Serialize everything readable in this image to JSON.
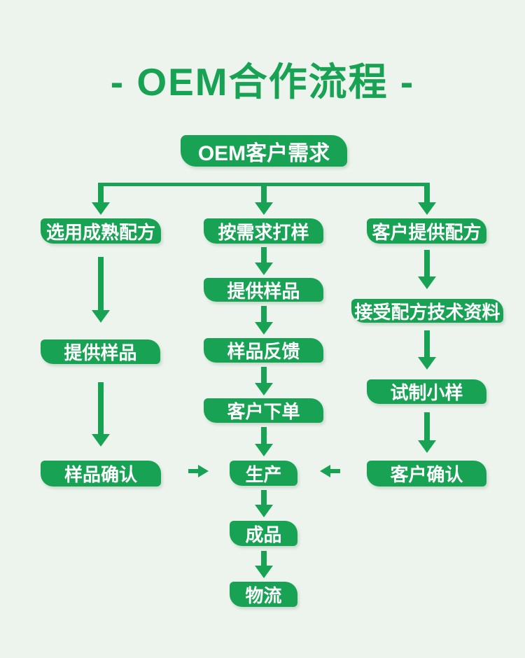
{
  "page": {
    "title": "- OEM合作流程 -",
    "colors": {
      "accent": "#18a254",
      "background": "#edf4ed",
      "text_on_accent": "#ffffff"
    }
  },
  "nodes": {
    "root": "OEM客户需求",
    "left1": "选用成熟配方",
    "left2": "提供样品",
    "left3": "样品确认",
    "center1": "按需求打样",
    "center2": "提供样品",
    "center3": "样品反馈",
    "center4": "客户下单",
    "right1": "客户提供配方",
    "right2": "接受配方技术资料",
    "right3": "试制小样",
    "right4": "客户确认",
    "production": "生产",
    "finished": "成品",
    "logistics": "物流"
  },
  "edges": [
    "OEM客户需求 -> 选用成熟配方",
    "OEM客户需求 -> 按需求打样",
    "OEM客户需求 -> 客户提供配方",
    "选用成熟配方 -> 提供样品 -> 样品确认 -> 生产",
    "按需求打样 -> 提供样品 -> 样品反馈 -> 客户下单 -> 生产",
    "客户提供配方 -> 接受配方技术资料 -> 试制小样 -> 客户确认 -> 生产",
    "生产 -> 成品 -> 物流"
  ]
}
